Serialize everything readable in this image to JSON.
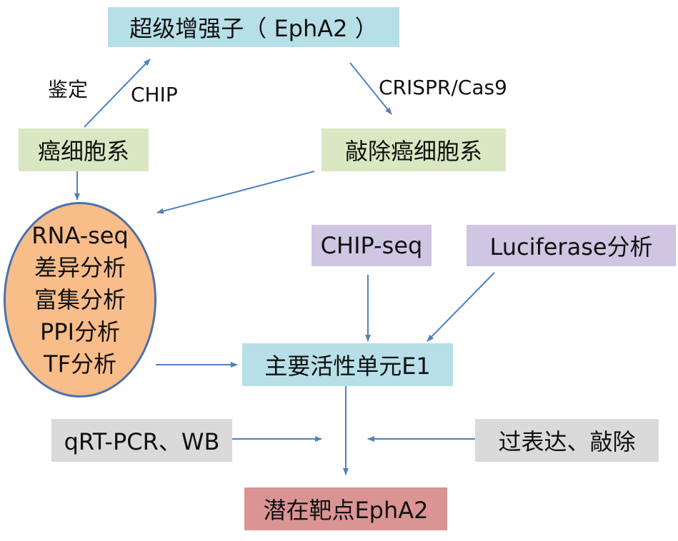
{
  "nodes": {
    "super_enhancer": "超级增强子（ EphA2 ）",
    "cancer_cells": "癌细胞系",
    "knockout_cells": "敲除癌细胞系",
    "chip_seq": "CHIP-seq",
    "luciferase": "Luciferase分析",
    "main_unit": "主要活性单元E1",
    "qrt_pcr": "qRT-PCR、WB",
    "overexpression": "过表达、敲除",
    "target": "潜在靶点EphA2"
  },
  "analysis": [
    "RNA-seq",
    "差异分析",
    "富集分析",
    "PPI分析",
    "TF分析"
  ],
  "labels": {
    "identify": "鉴定",
    "chip": "CHIP",
    "crispr": "CRISPR/Cas9"
  },
  "colors": {
    "arrow": "#4f81bd",
    "blue_box": "#b7dfe8",
    "green_box": "#d9e8c3",
    "purple_box": "#cfc6e3",
    "gray_box": "#dadada",
    "red_box": "#db9494",
    "ellipse_fill": "#f9bd8a"
  }
}
